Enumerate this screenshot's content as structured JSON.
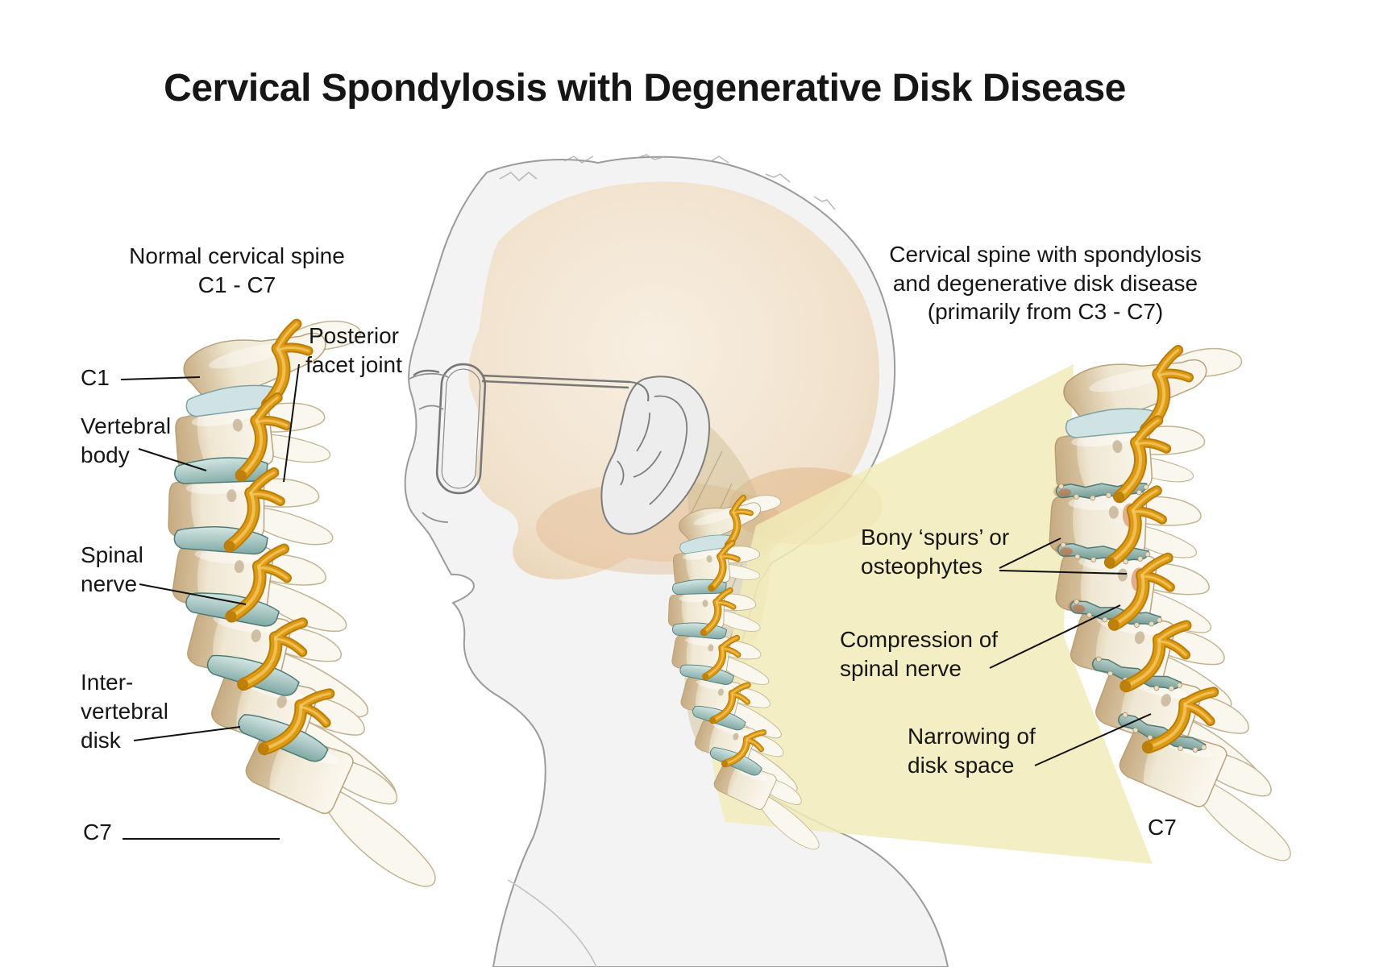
{
  "title": "Cervical Spondylosis with Degenerative Disk Disease",
  "normal_section": {
    "heading": "Normal cervical spine\nC1 - C7",
    "labels": {
      "c1": "C1",
      "vertebral_body": "Vertebral\nbody",
      "posterior_facet_joint": "Posterior\nfacet joint",
      "spinal_nerve": "Spinal\nnerve",
      "intervertebral_disk": "Inter-\nvertebral\ndisk",
      "c7": "C7"
    }
  },
  "diseased_section": {
    "heading": "Cervical spine with spondylosis\nand degenerative disk disease\n(primarily from C3 - C7)",
    "labels": {
      "bony_spurs": "Bony ‘spurs’ or\nosteophytes",
      "compression": "Compression of\nspinal nerve",
      "narrowing": "Narrowing of\ndisk space",
      "c7": "C7"
    }
  },
  "colors": {
    "background": "#ffffff",
    "text": "#161616",
    "highlight_wedge": "#f1ebb9",
    "bone_light": "#f7f3e8",
    "bone_mid": "#efe7d2",
    "bone_shadow": "#d8c5a3",
    "bone_tan": "#c3a87e",
    "bone_stroke": "#a78e62",
    "wing_fill": "#faf7ee",
    "wing_stroke": "#c6b globalization",
    "disk_teal_light": "#cfe2e4",
    "disk_teal": "#85aeaa",
    "disk_teal_dark": "#4f7a76",
    "nerve_orange": "#dd9a15",
    "nerve_orange_dark": "#b97c06",
    "nerve_highlight": "#f5c860",
    "spur_red": "#cc5a1a",
    "sketch_gray": "#9b9b9b",
    "skin_beige": "#efddc6",
    "leader_line": "#111111"
  }
}
